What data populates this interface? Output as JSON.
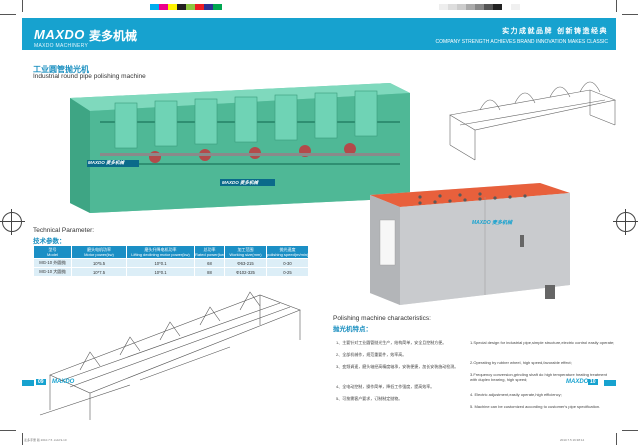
{
  "brand": {
    "logo": "MAXDO",
    "name_cn": "麦多机械",
    "sub": "MAXDO MACHINERY",
    "slogan_cn": "实力成就品牌  创新铸造经典",
    "slogan_en": "COMPANY STRENGTH ACHIEVES BRAND  INNOVATION MAKES CLASSIC",
    "accent": "#17a2cf"
  },
  "title": {
    "cn": "工业圆管抛光机",
    "en": "Industrial round pipe polishing machine"
  },
  "machine_badge": "MAXDO 麦多机械",
  "technical": {
    "heading_en": "Technical Parameter:",
    "heading_cn": "技术参数：",
    "columns": [
      {
        "cn": "型号",
        "en": "Model"
      },
      {
        "cn": "磨头电机功率",
        "en": "Motor power(kw)"
      },
      {
        "cn": "磨头升降电机功率",
        "en": "Lifting declining motor power(kw)"
      },
      {
        "cn": "总功率",
        "en": "Rated power(kw)"
      },
      {
        "cn": "加工范围",
        "en": "Working size(mm)"
      },
      {
        "cn": "抛光速度",
        "en": "polishing speed(m/min)"
      }
    ],
    "rows": [
      [
        "MG-10 外圆抛",
        "10*5.5",
        "10*0.1",
        "68",
        "Φ63-215",
        "0-30"
      ],
      [
        "MG-10 大圆抛",
        "10*7.5",
        "10*0.1",
        "88",
        "Φ102-325",
        "0-25"
      ]
    ]
  },
  "characteristics": {
    "heading_en": "Polishing machine characteristics:",
    "heading_cn": "抛光机特点：",
    "cn": [
      "1、主要针对工业圆管抛光生产，结构简单，安全且控制方便。",
      "2、全部机械作，规范重要件，效率高。",
      "3、变频调速，磨头轴经高精度轴承，安装便捷，加长安装施动检测。",
      "4、全电动控制，操作简单，降低工作强度，提高效率。",
      "5、可按需客户要求，订制制定抛物。"
    ],
    "en": [
      "1.Special design for industrial pipe,simple structure,electric control easily operate;",
      "2.Operating by rubber wheel, high speed,favorable effect;",
      "3.Frequency conversion,grinding shaft do high temperature heating treatment with duplex bearing, high speed;",
      "4. Electric adjustment,easily operate,high efficiency;",
      "5. Machine can be customized according to customer's pipe specification."
    ]
  },
  "footer": {
    "left_page": "09",
    "right_page": "10",
    "brand": "MAXDO"
  },
  "print_slug": {
    "left": "麦多手册 版 2010.7.5 .indd 9-10",
    "right": "2010.7.5  16:38:14"
  }
}
